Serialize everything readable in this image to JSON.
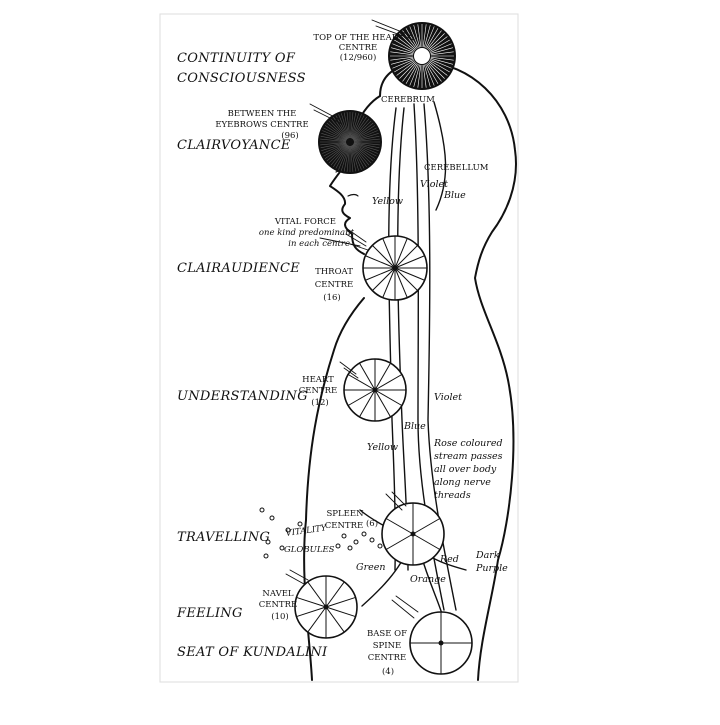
{
  "faculties": {
    "continuity_1": "CONTINUITY OF",
    "continuity_2": "CONSCIOUSNESS",
    "clairvoyance": "CLAIRVOYANCE",
    "clairaudience": "CLAIRAUDIENCE",
    "understanding": "UNDERSTANDING",
    "travelling": "TRAVELLING",
    "feeling": "FEELING",
    "kundalini": "SEAT OF KUNDALINI"
  },
  "centres": {
    "top_head_1": "TOP OF THE HEAD",
    "top_head_2": "CENTRE",
    "top_head_3": "(12/960)",
    "brow_1": "BETWEEN THE",
    "brow_2": "EYEBROWS CENTRE",
    "brow_3": "(96)",
    "throat_1": "THROAT",
    "throat_2": "CENTRE",
    "throat_3": "(16)",
    "heart_1": "HEART",
    "heart_2": "CENTRE",
    "heart_3": "(12)",
    "spleen_1": "SPLEEN",
    "spleen_2": "CENTRE",
    "spleen_3": "(6)",
    "navel_1": "NAVEL",
    "navel_2": "CENTRE",
    "navel_3": "(10)",
    "base_1": "BASE OF",
    "base_2": "SPINE",
    "base_3": "CENTRE",
    "base_4": "(4)"
  },
  "anatomy": {
    "cerebrum": "CEREBRUM",
    "cerebellum": "CEREBELLUM"
  },
  "vital_force": {
    "line1": "VITAL FORCE",
    "line2": "one kind predominant",
    "line3": "in each centre"
  },
  "streams": {
    "yellow_upper": "Yellow",
    "violet_upper": "Violet",
    "blue_upper": "Blue",
    "violet_mid": "Violet",
    "blue_mid": "Blue",
    "yellow_mid": "Yellow",
    "rose_1": "Rose coloured",
    "rose_2": "stream passes",
    "rose_3": "all over body",
    "rose_4": "along nerve",
    "rose_5": "threads",
    "vitality_1": "VITALITY",
    "vitality_2": "GLOBULES",
    "green": "Green",
    "red": "Red",
    "orange": "Orange",
    "dark_purple_1": "Dark",
    "dark_purple_2": "Purple"
  },
  "wheels": [
    {
      "id": "throat",
      "spokes": 16
    },
    {
      "id": "heart",
      "spokes": 12
    },
    {
      "id": "spleen",
      "spokes": 6
    },
    {
      "id": "navel",
      "spokes": 10
    },
    {
      "id": "base",
      "spokes": 4
    }
  ]
}
